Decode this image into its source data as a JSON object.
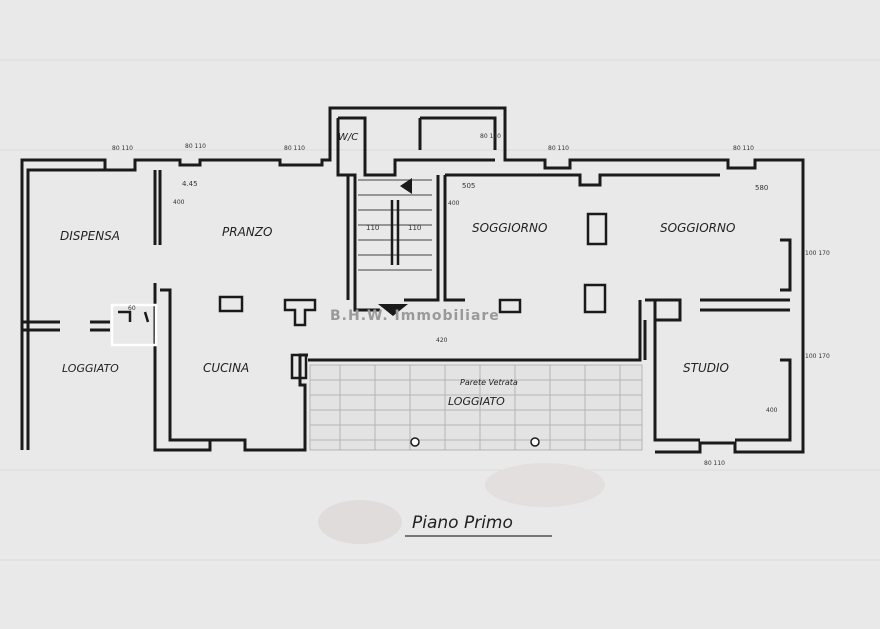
{
  "rooms": {
    "dispensa": "DISPENSA",
    "pranzo": "PRANZO",
    "soggiorno_1": "SOGGIORNO",
    "soggiorno_2": "SOGGIORNO",
    "wc": "W/C",
    "loggiato_left": "LOGGIATO",
    "cucina": "CUCINA",
    "loggiato_center": "LOGGIATO",
    "studio": "STUDIO"
  },
  "annotations": {
    "parete_vetrata": "Parete Vetrata",
    "plan_title": "Piano Primo",
    "watermark": "B.H.W. Immobiliare"
  },
  "dimensions": {
    "d1": "4.45",
    "d2": "400",
    "d3": "505",
    "d4": "400",
    "d5": "580",
    "d6": "110",
    "d7": "110",
    "d8": "100 170",
    "d9": "100 170",
    "d10": "80 110",
    "d11": "80 110",
    "d12": "80 110",
    "d13": "80 110",
    "d14": "80 110",
    "d15": "80 110",
    "d16": "80 110",
    "d17": "400",
    "d18": "420",
    "d19": "60"
  },
  "colors": {
    "paper": "#e9e9e9",
    "ink": "#1a1a1a",
    "hatch": "#b5b5b5"
  }
}
